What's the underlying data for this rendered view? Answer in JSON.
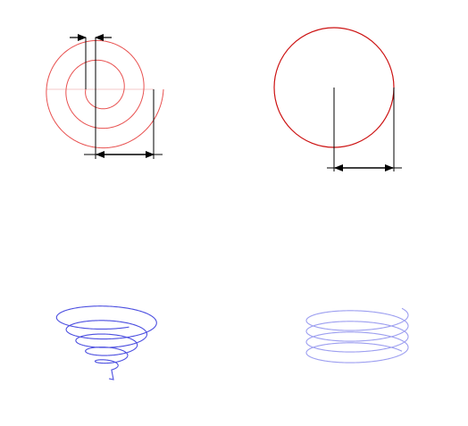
{
  "colors": {
    "background": "#ffffff",
    "spiral": "#e8504f",
    "spiral_guide": "#f2b8b8",
    "circle": "#cc1111",
    "dimension": "#000000",
    "helix_cone": "#4b4ee0",
    "helix_cylinder": "#9c9ef0"
  },
  "figures": [
    {
      "id": "flat-spiral",
      "kind": "archimedean spiral",
      "turns": 2.5
    },
    {
      "id": "circle",
      "kind": "circle"
    },
    {
      "id": "conical-helix",
      "kind": "conical helix",
      "turns": 5
    },
    {
      "id": "cylindrical-helix",
      "kind": "cylindrical helix",
      "turns": 4
    }
  ]
}
